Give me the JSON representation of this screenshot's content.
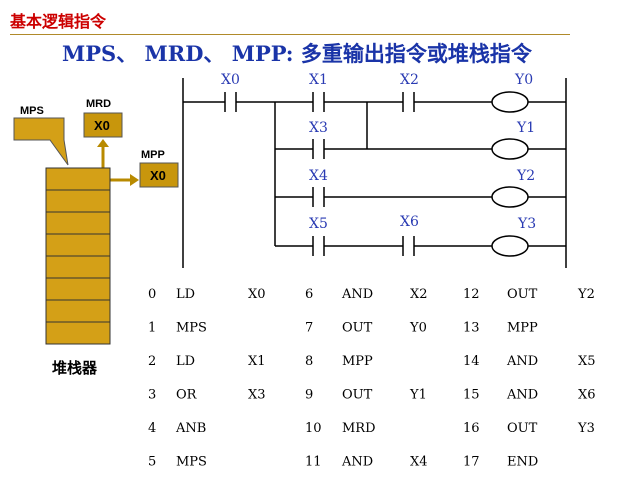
{
  "header": {
    "category": "基本逻辑指令",
    "title": "MPS、 MRD、 MPP: 多重输出指令或堆栈指令"
  },
  "stack": {
    "caption": "堆栈器",
    "mps_label": "MPS",
    "mrd_label": "MRD",
    "mrd_value": "X0",
    "mpp_label": "MPP",
    "mpp_value": "X0"
  },
  "ladder": {
    "contacts": [
      "X0",
      "X1",
      "X2",
      "X3",
      "X4",
      "X5",
      "X6"
    ],
    "coils": [
      "Y0",
      "Y1",
      "Y2",
      "Y3"
    ]
  },
  "program": [
    [
      {
        "n": "0",
        "op": "LD",
        "arg": "X0"
      },
      {
        "n": "6",
        "op": "AND",
        "arg": "X2"
      },
      {
        "n": "12",
        "op": "OUT",
        "arg": "Y2"
      }
    ],
    [
      {
        "n": "1",
        "op": "MPS",
        "arg": ""
      },
      {
        "n": "7",
        "op": "OUT",
        "arg": "Y0"
      },
      {
        "n": "13",
        "op": "MPP",
        "arg": ""
      }
    ],
    [
      {
        "n": "2",
        "op": "LD",
        "arg": "X1"
      },
      {
        "n": "8",
        "op": "MPP",
        "arg": ""
      },
      {
        "n": "14",
        "op": "AND",
        "arg": "X5"
      }
    ],
    [
      {
        "n": "3",
        "op": "OR",
        "arg": "X3"
      },
      {
        "n": "9",
        "op": "OUT",
        "arg": "Y1"
      },
      {
        "n": "15",
        "op": "AND",
        "arg": "X6"
      }
    ],
    [
      {
        "n": "4",
        "op": "ANB",
        "arg": ""
      },
      {
        "n": "10",
        "op": "MRD",
        "arg": ""
      },
      {
        "n": "16",
        "op": "OUT",
        "arg": "Y3"
      }
    ],
    [
      {
        "n": "5",
        "op": "MPS",
        "arg": ""
      },
      {
        "n": "11",
        "op": "AND",
        "arg": "X4"
      },
      {
        "n": "17",
        "op": "END",
        "arg": ""
      }
    ]
  ]
}
